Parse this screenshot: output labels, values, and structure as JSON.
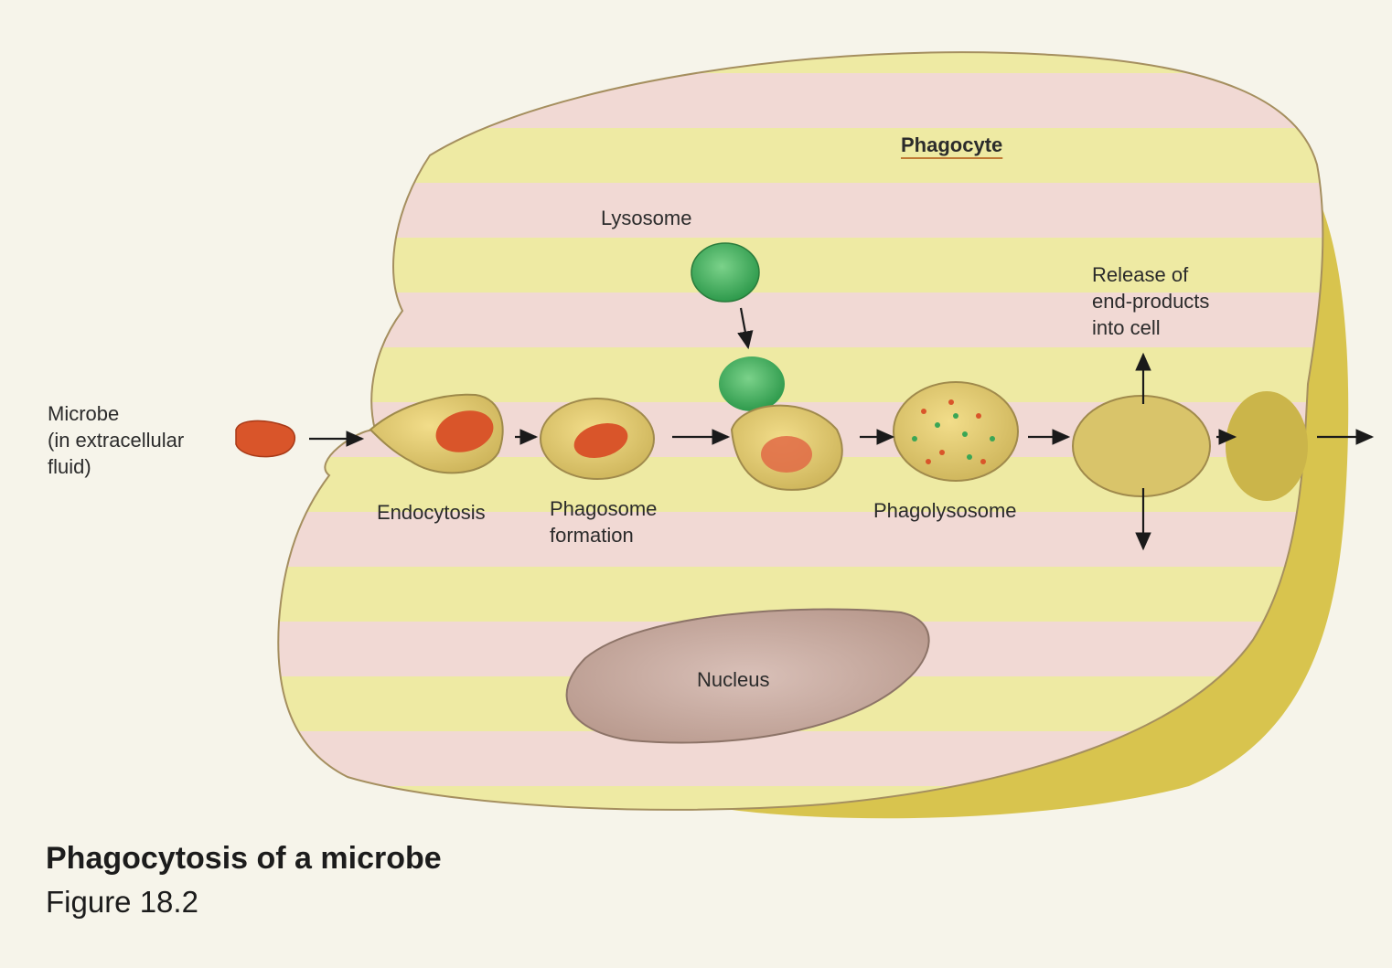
{
  "labels": {
    "phagocyte": "Phagocyte",
    "lysosome": "Lysosome",
    "microbe": "Microbe\n(in extracellular\nfluid)",
    "endocytosis": "Endocytosis",
    "phagosome": "Phagosome\nformation",
    "phagolysosome": "Phagolysosome",
    "release": "Release of\nend-products\ninto cell",
    "nucleus": "Nucleus"
  },
  "caption": {
    "title": "Phagocytosis of a microbe",
    "subtitle": "Figure 18.2"
  },
  "colors": {
    "background": "#f6f4ea",
    "cell_pink": "#f1d9d4",
    "cell_yellow": "#eeee9a",
    "microbe": "#d9552a",
    "lysosome": "#3aa655",
    "nucleus": "#c8aba3",
    "vesicle": "#d9c46a"
  }
}
